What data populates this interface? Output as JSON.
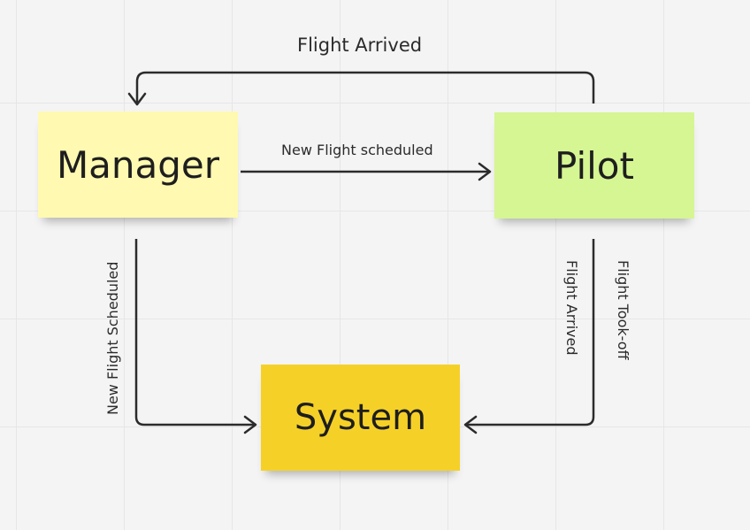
{
  "nodes": {
    "manager": {
      "label": "Manager",
      "color": "#fff9b1"
    },
    "pilot": {
      "label": "Pilot",
      "color": "#d5f692"
    },
    "system": {
      "label": "System",
      "color": "#f5d128"
    }
  },
  "edges": {
    "pilot_to_manager": "Flight Arrived",
    "manager_to_pilot": "New Flight scheduled",
    "manager_to_system": "New Flight Scheduled",
    "pilot_to_system_arrived": "Flight Arrived",
    "pilot_to_system_tookoff": "Flight Took-off"
  },
  "colors": {
    "arrow": "#2b2b2b",
    "grid": "#e6e6e6",
    "background": "#f4f4f4"
  }
}
